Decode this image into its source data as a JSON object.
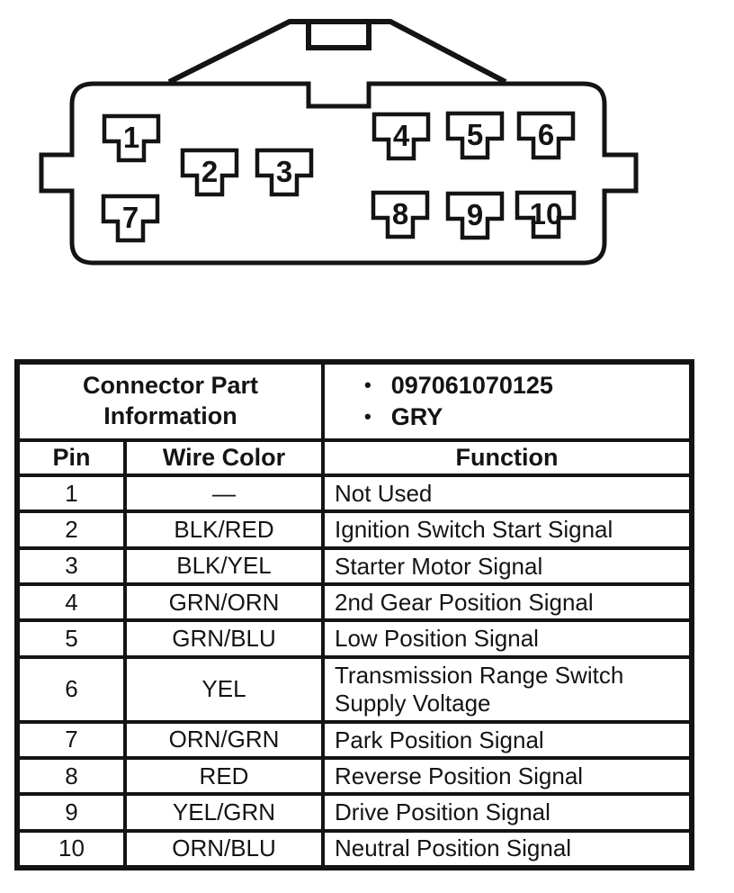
{
  "colors": {
    "ink": "#141414",
    "paper": "#ffffff"
  },
  "diagram": {
    "pins": [
      "1",
      "2",
      "3",
      "4",
      "5",
      "6",
      "7",
      "8",
      "9",
      "10"
    ]
  },
  "table": {
    "part_info": {
      "title": "Connector Part Information",
      "bullet_icon": "•",
      "bullets": [
        "097061070125",
        "GRY"
      ]
    },
    "columns": {
      "pin": "Pin",
      "wire_color": "Wire Color",
      "function": "Function"
    },
    "rows": [
      {
        "pin": "1",
        "wire_color": "—",
        "function": "Not Used"
      },
      {
        "pin": "2",
        "wire_color": "BLK/RED",
        "function": "Ignition Switch Start Signal"
      },
      {
        "pin": "3",
        "wire_color": "BLK/YEL",
        "function": "Starter Motor Signal"
      },
      {
        "pin": "4",
        "wire_color": "GRN/ORN",
        "function": "2nd Gear Position Signal"
      },
      {
        "pin": "5",
        "wire_color": "GRN/BLU",
        "function": "Low Position Signal"
      },
      {
        "pin": "6",
        "wire_color": "YEL",
        "function": "Transmission Range Switch Supply Voltage"
      },
      {
        "pin": "7",
        "wire_color": "ORN/GRN",
        "function": "Park Position Signal"
      },
      {
        "pin": "8",
        "wire_color": "RED",
        "function": "Reverse Position Signal"
      },
      {
        "pin": "9",
        "wire_color": "YEL/GRN",
        "function": "Drive Position Signal"
      },
      {
        "pin": "10",
        "wire_color": "ORN/BLU",
        "function": "Neutral Position Signal"
      }
    ]
  }
}
